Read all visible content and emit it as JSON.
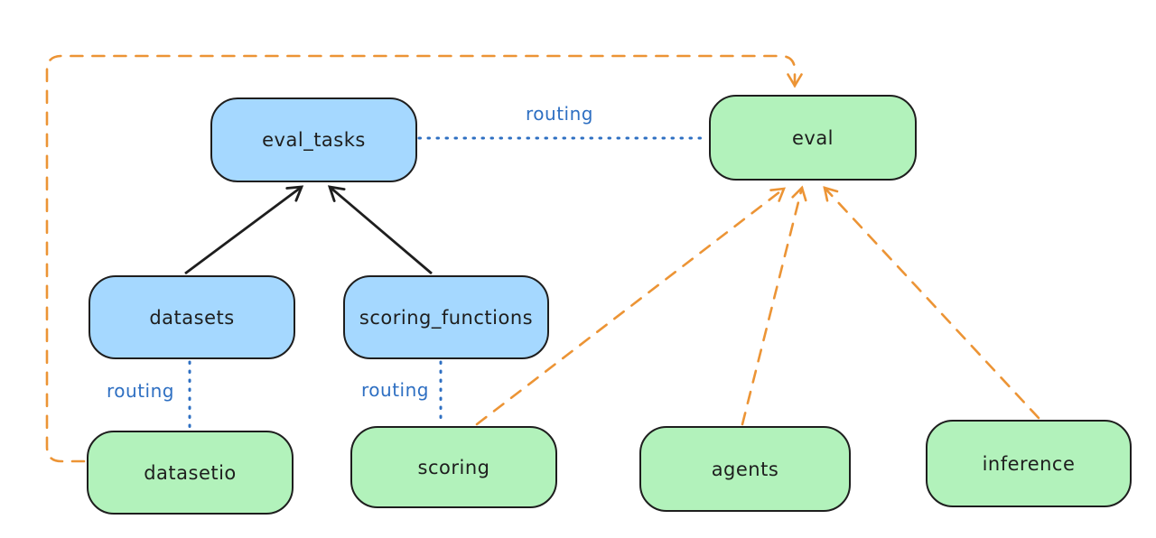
{
  "diagram": {
    "type": "flow-diagram",
    "colors": {
      "background": "#ffffff",
      "node_blue_fill": "#a5d8ff",
      "node_green_fill": "#b2f2bb",
      "node_stroke": "#1e1e1e",
      "arrow_black": "#1e1e1e",
      "arrow_orange": "#ec9435",
      "routing_blue": "#2e6fc2"
    },
    "nodes": {
      "eval_tasks": {
        "label": "eval_tasks",
        "color": "blue"
      },
      "eval": {
        "label": "eval",
        "color": "green"
      },
      "datasets": {
        "label": "datasets",
        "color": "blue"
      },
      "scoring_functions": {
        "label": "scoring_functions",
        "color": "blue"
      },
      "datasetio": {
        "label": "datasetio",
        "color": "green"
      },
      "scoring": {
        "label": "scoring",
        "color": "green"
      },
      "agents": {
        "label": "agents",
        "color": "green"
      },
      "inference": {
        "label": "inference",
        "color": "green"
      }
    },
    "edges": [
      {
        "from": "datasets",
        "to": "eval_tasks",
        "style": "solid-black-arrow"
      },
      {
        "from": "scoring_functions",
        "to": "eval_tasks",
        "style": "solid-black-arrow"
      },
      {
        "from": "eval_tasks",
        "to": "eval",
        "style": "dotted-blue",
        "label": "routing"
      },
      {
        "from": "datasets",
        "to": "datasetio",
        "style": "dotted-blue",
        "label": "routing"
      },
      {
        "from": "scoring_functions",
        "to": "scoring",
        "style": "dotted-blue",
        "label": "routing"
      },
      {
        "from": "datasetio",
        "to": "eval",
        "style": "dashed-orange-arrow"
      },
      {
        "from": "scoring",
        "to": "eval",
        "style": "dashed-orange-arrow"
      },
      {
        "from": "agents",
        "to": "eval",
        "style": "dashed-orange-arrow"
      },
      {
        "from": "inference",
        "to": "eval",
        "style": "dashed-orange-arrow"
      }
    ]
  }
}
